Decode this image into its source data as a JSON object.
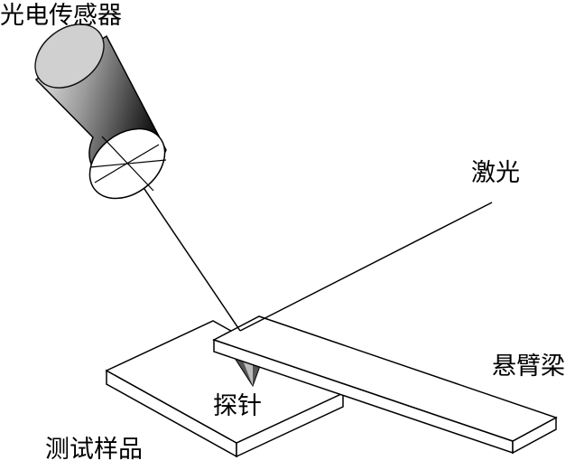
{
  "labels": {
    "sensor": "光电传感器",
    "laser": "激光",
    "cantilever": "悬臂梁",
    "probe": "探针",
    "sample": "测试样品"
  }
}
